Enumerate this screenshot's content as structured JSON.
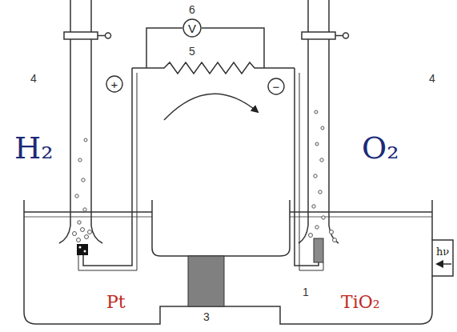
{
  "diagram": {
    "nodes": [
      {
        "text": [
          "+"
        ]
      },
      {
        "text": [
          "V"
        ]
      },
      {
        "text": [
          "−"
        ]
      }
    ],
    "labels": [
      "4",
      "4",
      "6",
      "5",
      "3",
      "1",
      "H₂",
      "O₂",
      "Pt",
      "TiO₂",
      "hν"
    ]
  }
}
